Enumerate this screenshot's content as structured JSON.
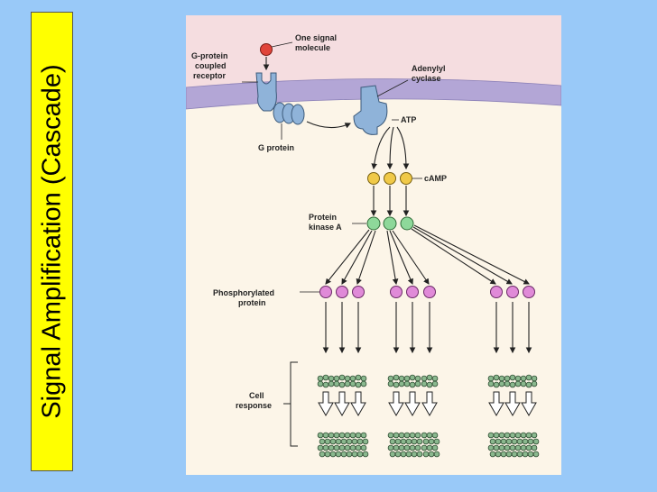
{
  "title": "Signal Amplification (Cascade)",
  "labels": {
    "signal_line1": "One signal",
    "signal_line2": "molecule",
    "receptor_line1": "G-protein",
    "receptor_line2": "coupled",
    "receptor_line3": "receptor",
    "adenylyl_line1": "Adenylyl",
    "adenylyl_line2": "cyclase",
    "atp": "ATP",
    "g_protein": "G protein",
    "camp": "cAMP",
    "pka_line1": "Protein",
    "pka_line2": "kinase A",
    "phos_line1": "Phosphorylated",
    "phos_line2": "protein",
    "cell_line1": "Cell",
    "cell_line2": "response"
  },
  "colors": {
    "slide_background": "#99c9f8",
    "title_box": "#ffff00",
    "extracellular": "#f5dde0",
    "cytoplasm": "#fcf5e8",
    "membrane": "#b3a6d6",
    "protein_blue": "#8fb3d9",
    "signal_molecule": "#e0443a",
    "camp": "#f0c948",
    "kinase": "#8ed89a",
    "phosphorylated_protein": "#e08ad8",
    "response_molecules": "#8ab88e"
  }
}
